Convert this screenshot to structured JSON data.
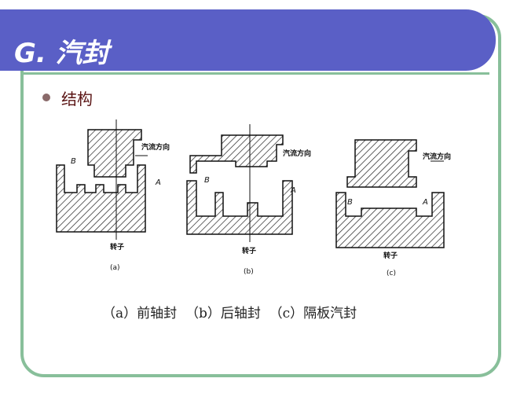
{
  "slide": {
    "title": "G. 汽封",
    "bullet": "结构"
  },
  "diagram": {
    "flow_label": "汽流方向",
    "rotor_label": "转子",
    "gap_a": "A",
    "gap_b": "B",
    "sub_a": "(a)",
    "sub_b": "(b)",
    "sub_c": "(c)"
  },
  "caption": "（a）前轴封  （b）后轴封  （c）隔板汽封",
  "colors": {
    "title_bar": "#5a5fc6",
    "frame_border": "#88bf9a",
    "bullet_text": "#5a1414"
  }
}
